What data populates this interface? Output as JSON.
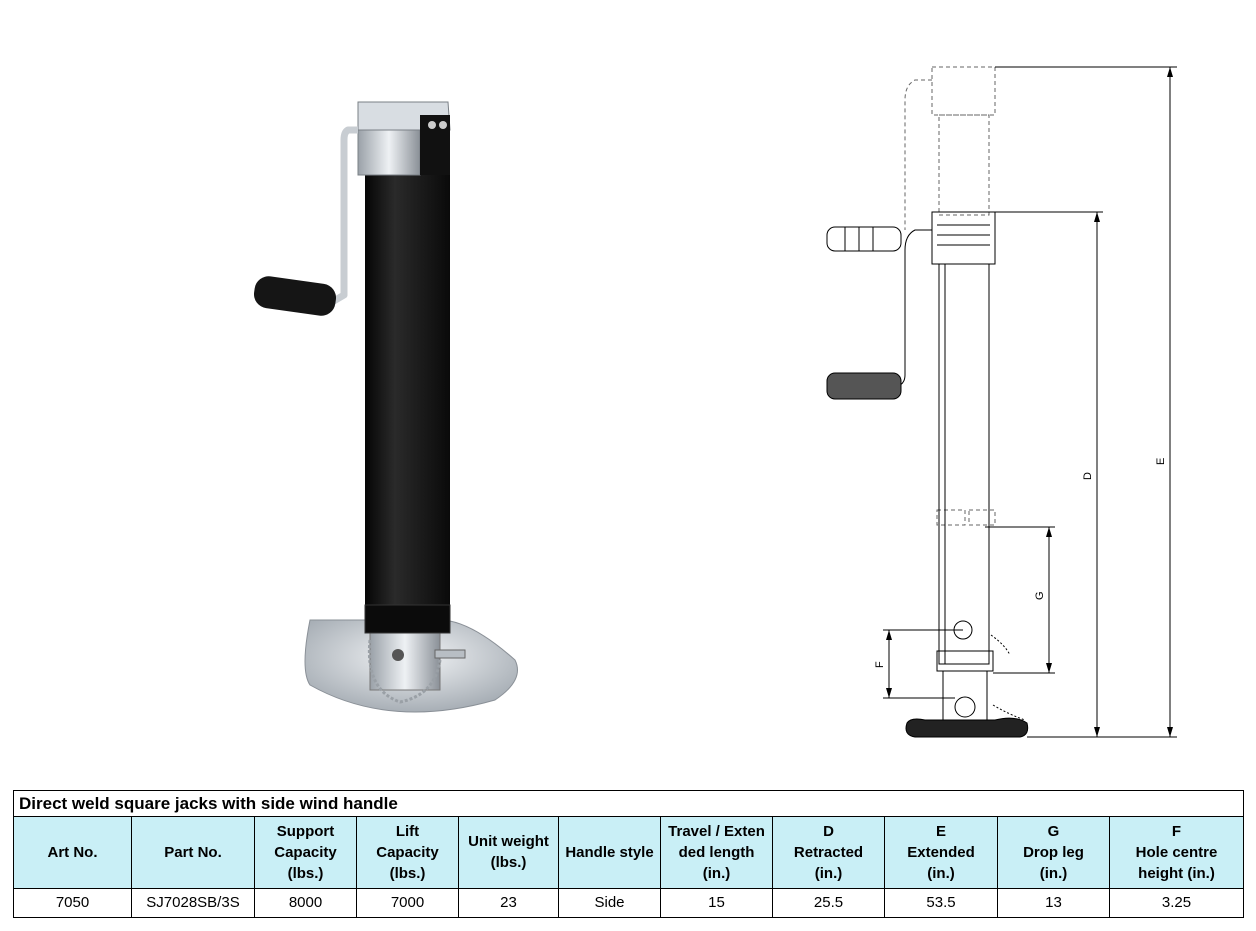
{
  "figure": {
    "dimension_labels": {
      "D": "D",
      "E": "E",
      "G": "G",
      "F": "F"
    }
  },
  "table": {
    "title": "Direct weld square jacks with side wind handle",
    "headers": [
      [
        "Art No."
      ],
      [
        "Part  No."
      ],
      [
        "Support",
        "Capacity",
        "(lbs.)"
      ],
      [
        "Lift",
        "Capacity",
        "(lbs.)"
      ],
      [
        "Unit weight",
        "(lbs.)"
      ],
      [
        "Handle style"
      ],
      [
        "Travel / Exten",
        "ded length",
        "(in.)"
      ],
      [
        "D",
        "Retracted",
        "(in.)"
      ],
      [
        "E",
        "Extended",
        "(in.)"
      ],
      [
        "G",
        "Drop leg",
        "(in.)"
      ],
      [
        "F",
        "Hole centre",
        "height (in.)"
      ]
    ],
    "rows": [
      [
        "7050",
        "SJ7028SB/3S",
        "8000",
        "7000",
        "23",
        "Side",
        "15",
        "25.5",
        "53.5",
        "13",
        "3.25"
      ]
    ]
  },
  "colors": {
    "header_bg": "#c9eff6",
    "jack_body": "#111111",
    "zinc": "#c7ccd2"
  }
}
